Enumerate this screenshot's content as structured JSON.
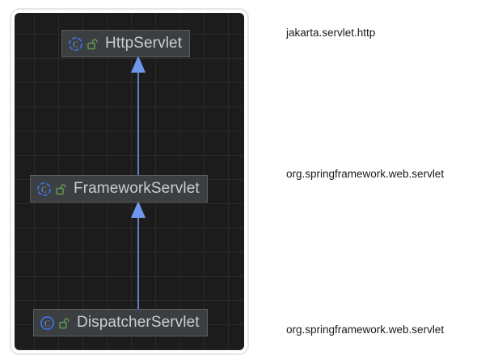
{
  "diagram": {
    "type": "class-hierarchy",
    "canvas_background": "#1c1c1c",
    "grid_color": "#2a2a2a",
    "edge_color": "#6f97ec",
    "node_background": "#3c3f41",
    "node_border": "#5a5d5f",
    "node_text_color": "#c9ced1",
    "nodes": [
      {
        "name": "HttpServlet",
        "class_icon": "class-icon-dashed",
        "visibility_icon": "unlocked-padlock-icon",
        "visibility_color": "#629755",
        "class_icon_color": "#3f6fd8",
        "package": "jakarta.servlet.http",
        "current": false
      },
      {
        "name": "FrameworkServlet",
        "class_icon": "class-icon-dashed",
        "visibility_icon": "unlocked-padlock-icon",
        "visibility_color": "#629755",
        "class_icon_color": "#3f6fd8",
        "package": "org.springframework.web.servlet",
        "current": false
      },
      {
        "name": "DispatcherServlet",
        "class_icon": "class-icon-solid",
        "visibility_icon": "unlocked-padlock-icon",
        "visibility_color": "#629755",
        "class_icon_color": "#3f6fd8",
        "package": "org.springframework.web.servlet",
        "current": true
      }
    ],
    "edges": [
      {
        "from": "FrameworkServlet",
        "to": "HttpServlet",
        "kind": "extends"
      },
      {
        "from": "DispatcherServlet",
        "to": "FrameworkServlet",
        "kind": "extends"
      }
    ]
  },
  "packages": {
    "label_color": "#1a1a1a",
    "items": [
      "jakarta.servlet.http",
      "org.springframework.web.servlet",
      "org.springframework.web.servlet"
    ]
  }
}
